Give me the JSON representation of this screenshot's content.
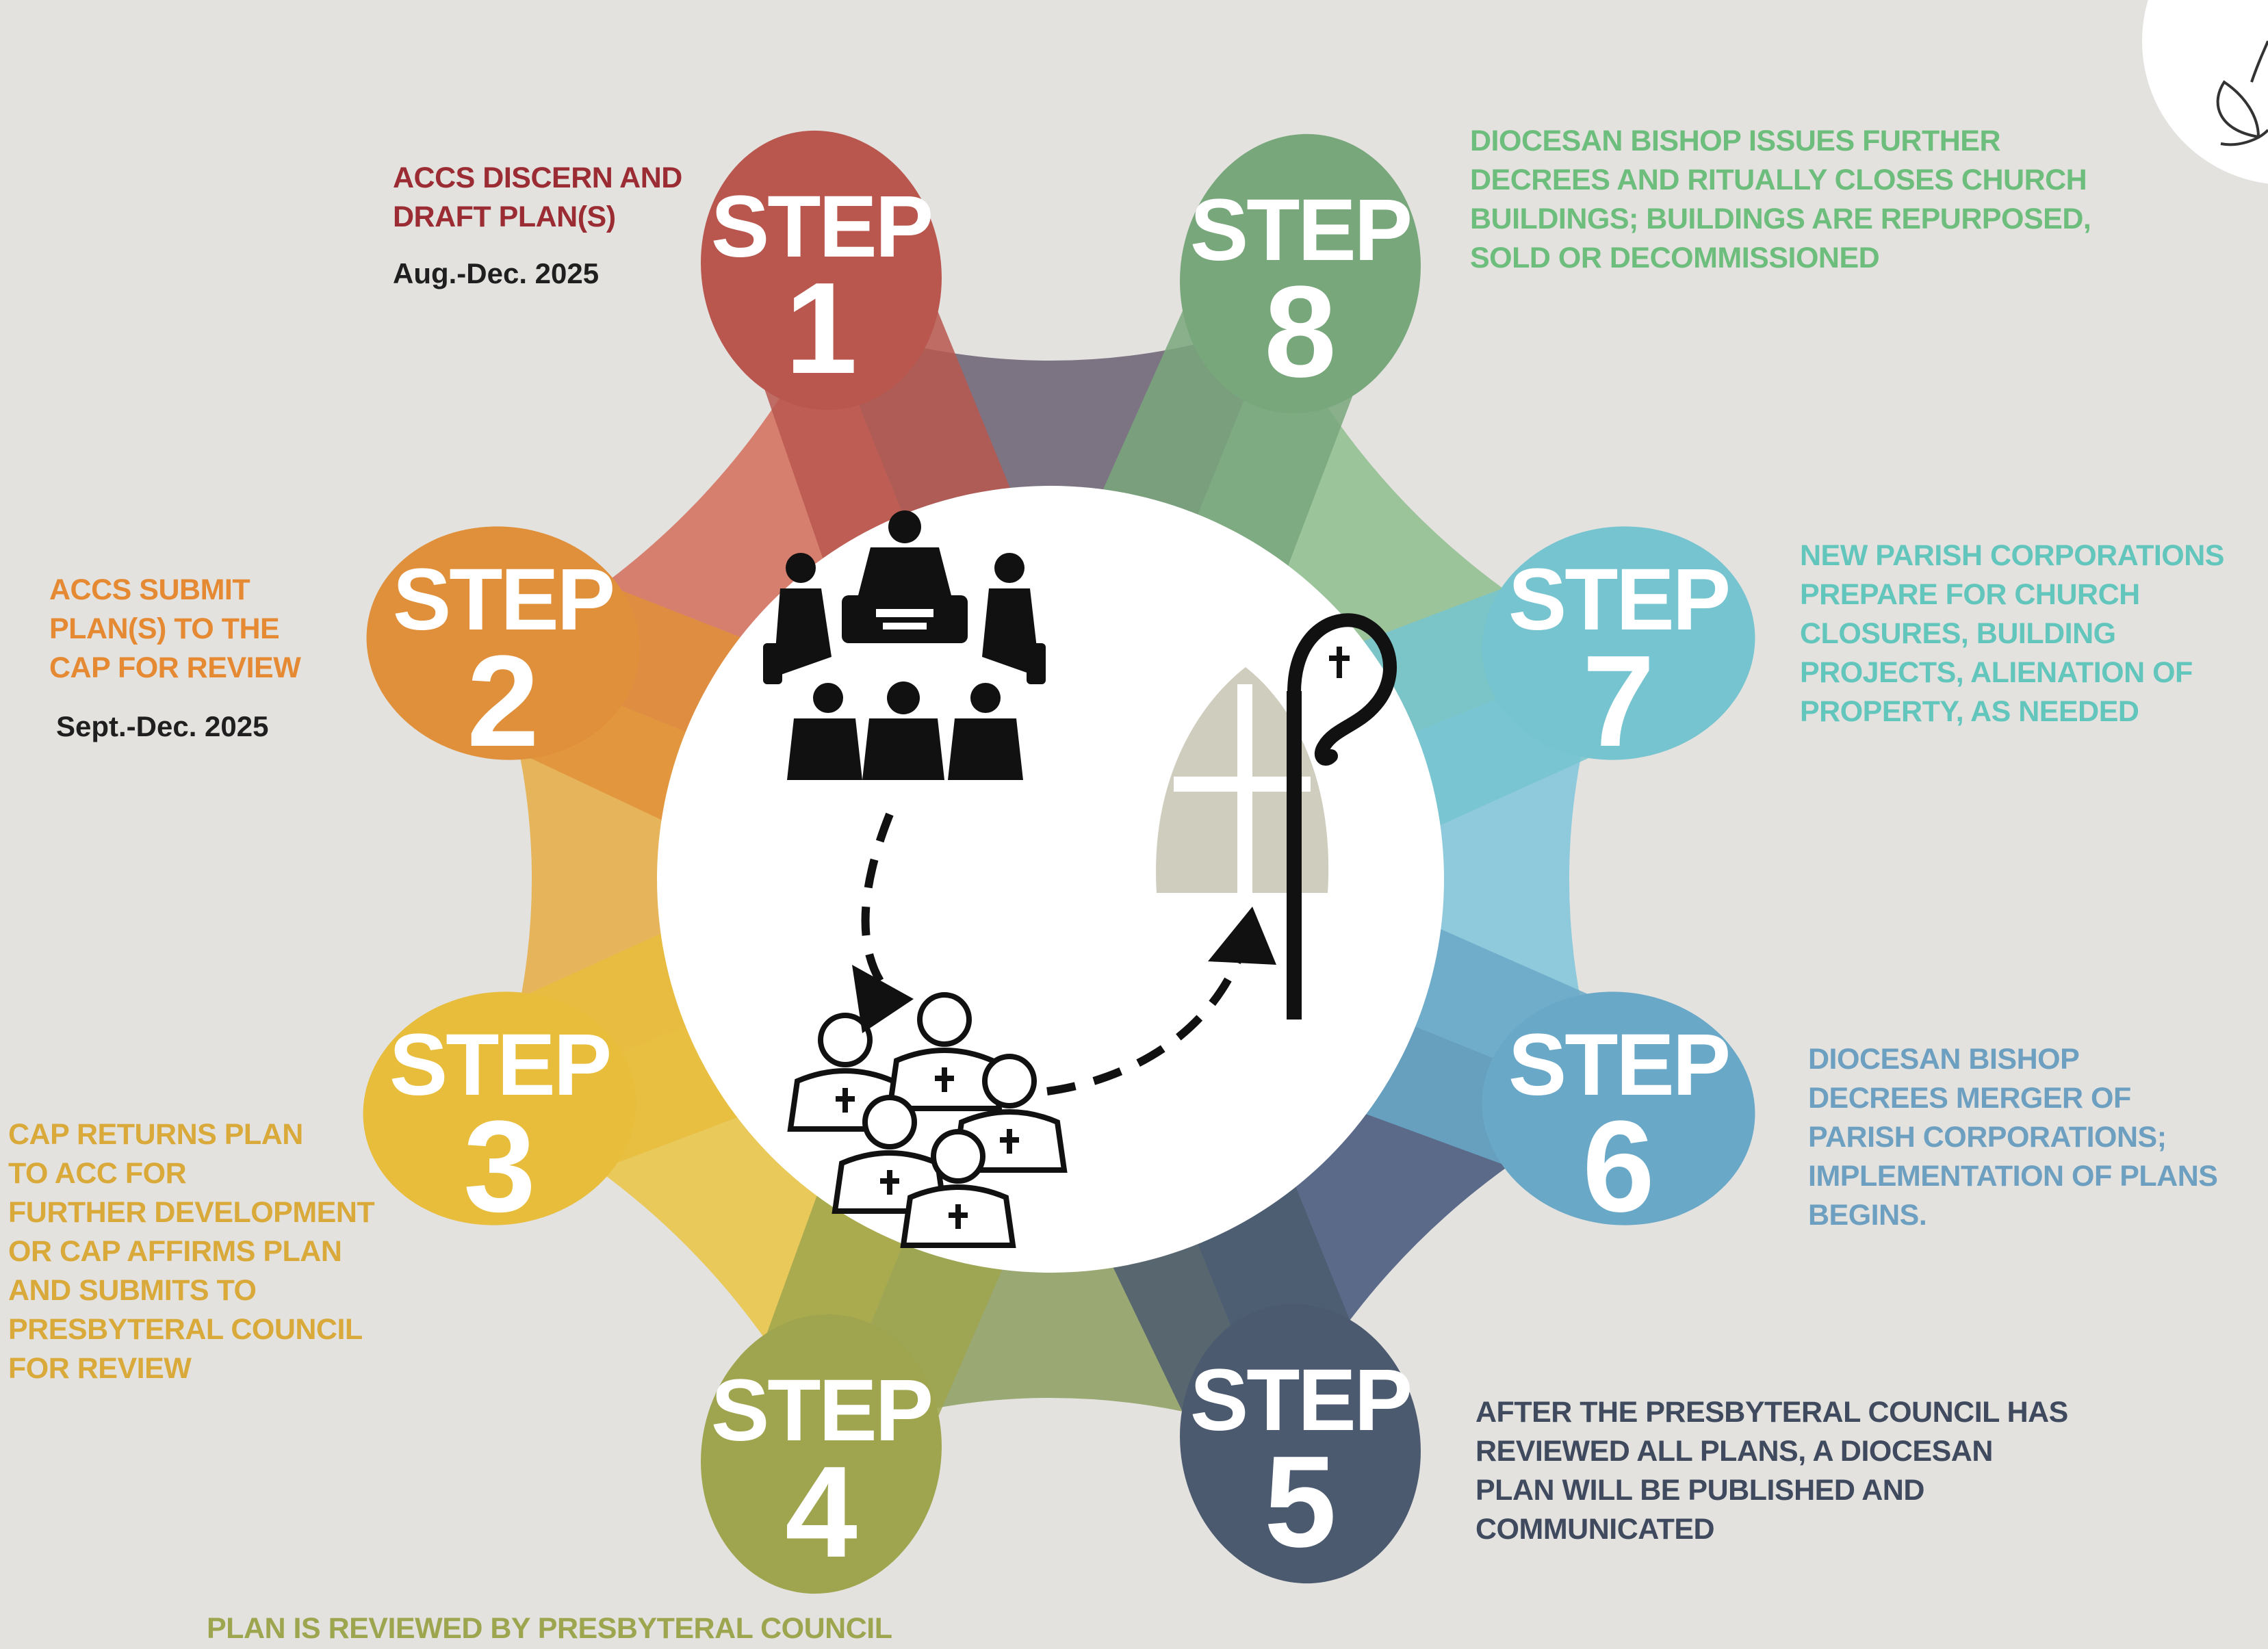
{
  "steps": [
    {
      "word": "STEP",
      "number": "1",
      "text": [
        "ACCS DISCERN AND",
        "DRAFT PLAN(S)"
      ],
      "date": "Aug.-Dec. 2025",
      "color": "#b9574f",
      "text_color": "#9b2c33"
    },
    {
      "word": "STEP",
      "number": "2",
      "text": [
        "ACCS SUBMIT",
        "PLAN(S) TO THE",
        "CAP FOR REVIEW"
      ],
      "date": "Sept.-Dec. 2025",
      "color": "#e0903a",
      "text_color": "#e58a32"
    },
    {
      "word": "STEP",
      "number": "3",
      "text": [
        "CAP RETURNS PLAN",
        "TO ACC FOR",
        "FURTHER DEVELOPMENT",
        "OR CAP AFFIRMS PLAN",
        "AND SUBMITS TO",
        "PRESBYTERAL COUNCIL",
        "FOR REVIEW"
      ],
      "color": "#e8bd3c",
      "text_color": "#d9a93a"
    },
    {
      "word": "STEP",
      "number": "4",
      "text": [
        "PLAN IS REVIEWED BY PRESBYTERAL COUNCIL"
      ],
      "color": "#9fa54e",
      "text_color": "#9da54f"
    },
    {
      "word": "STEP",
      "number": "5",
      "text": [
        "AFTER THE PRESBYTERAL COUNCIL HAS",
        "REVIEWED ALL PLANS, A DIOCESAN",
        "PLAN WILL BE PUBLISHED AND",
        "COMMUNICATED"
      ],
      "color": "#4b5a6e",
      "text_color": "#3f4a5e"
    },
    {
      "word": "STEP",
      "number": "6",
      "text": [
        "DIOCESAN BISHOP",
        "DECREES MERGER OF",
        "PARISH CORPORATIONS;",
        "IMPLEMENTATION OF PLANS",
        "BEGINS."
      ],
      "color": "#6aa8c8",
      "text_color": "#6c9fc0"
    },
    {
      "word": "STEP",
      "number": "7",
      "text": [
        "NEW PARISH CORPORATIONS",
        "PREPARE FOR CHURCH",
        "CLOSURES, BUILDING",
        "PROJECTS, ALIENATION OF",
        "PROPERTY, AS NEEDED"
      ],
      "color": "#76c4cf",
      "text_color": "#63c6bd"
    },
    {
      "word": "STEP",
      "number": "8",
      "text": [
        "DIOCESAN BISHOP ISSUES  FURTHER",
        "DECREES AND RITUALLY CLOSES CHURCH",
        "BUILDINGS; BUILDINGS ARE REPURPOSED,",
        "SOLD OR DECOMMISSIONED"
      ],
      "color": "#79a77c",
      "text_color": "#6dbd7c"
    }
  ],
  "icons": {
    "center_top": "people-at-table-icon",
    "center_bottom": "group-of-priests-icon",
    "center_right": "bishop-mitre-and-crozier-icon",
    "corner": "leaf-drawing-icon"
  },
  "colors": {
    "background": "#e3e2df",
    "center_circle": "#ffffff",
    "connector_1_8": "#7c7383",
    "connector_8_7": "#9cc49b",
    "connector_7_6": "#8ec9dc",
    "connector_6_5": "#5a6a88",
    "connector_5_4": "#9aa873",
    "connector_4_3": "#e8c95a",
    "connector_3_2": "#e6b55b",
    "connector_2_1": "#d77f6f"
  }
}
